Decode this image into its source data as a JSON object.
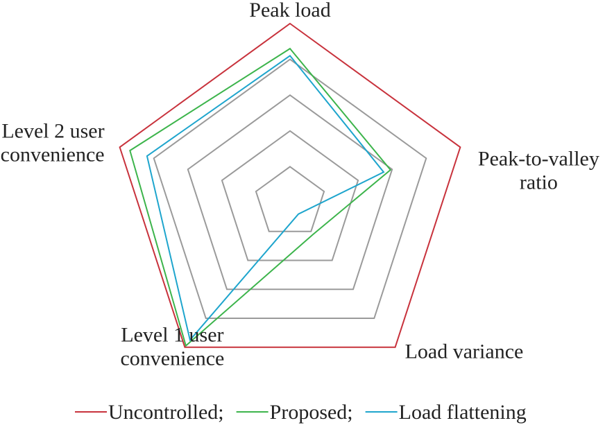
{
  "chart_data": {
    "type": "radar",
    "axes": [
      {
        "key": "peak_load",
        "label_lines": [
          "Peak load"
        ]
      },
      {
        "key": "peak_to_valley",
        "label_lines": [
          "Peak-to-valley",
          "ratio"
        ]
      },
      {
        "key": "load_variance",
        "label_lines": [
          "Load variance"
        ]
      },
      {
        "key": "level1",
        "label_lines": [
          "Level 1 user",
          "convenience"
        ]
      },
      {
        "key": "level2",
        "label_lines": [
          "Level 2 user",
          "convenience"
        ]
      }
    ],
    "grid_levels": [
      0.2,
      0.4,
      0.6,
      0.8,
      1.0
    ],
    "range": [
      0,
      1
    ],
    "series": [
      {
        "name": "Uncontrolled",
        "color": "#c8323c",
        "values": [
          1.0,
          1.0,
          1.0,
          1.0,
          1.0
        ]
      },
      {
        "name": "Proposed",
        "color": "#3cb44b",
        "values": [
          0.86,
          0.59,
          0.22,
          0.99,
          0.94
        ]
      },
      {
        "name": "Load flattening",
        "color": "#1ea5cd",
        "values": [
          0.82,
          0.55,
          0.08,
          0.95,
          0.84
        ]
      }
    ],
    "legend": {
      "position": "bottom",
      "separator": ";"
    }
  }
}
